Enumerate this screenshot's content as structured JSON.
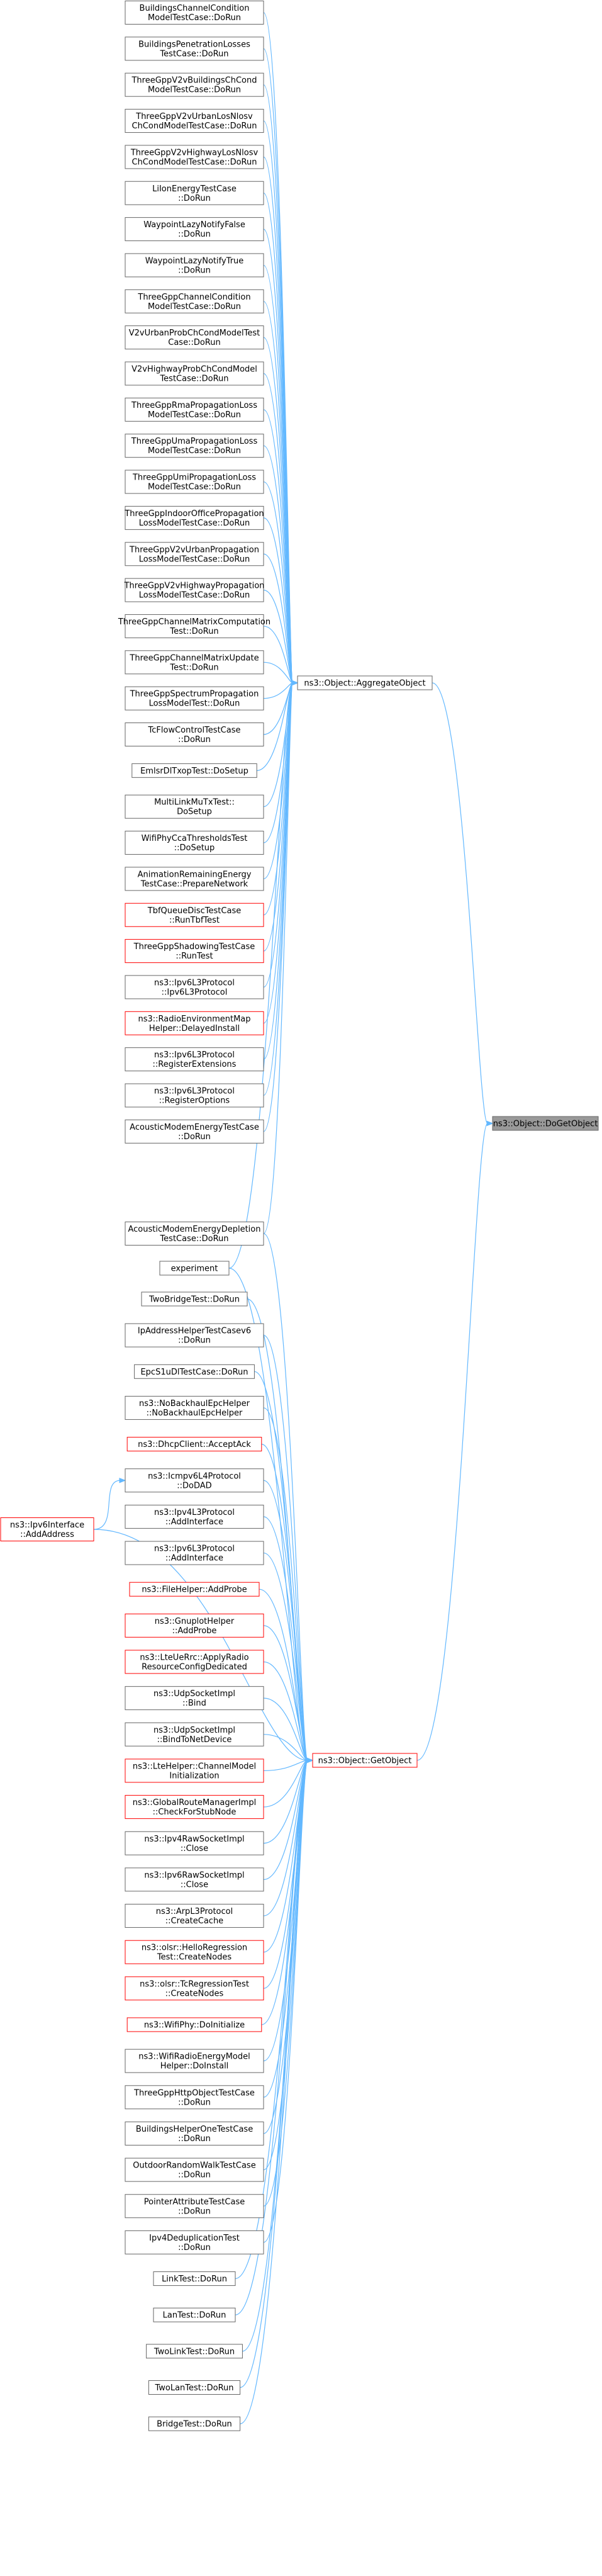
{
  "graph": {
    "target": {
      "lines": [
        "ns3::Object::DoGetObject"
      ],
      "style": "target"
    },
    "hubs": [
      {
        "id": "aggregate",
        "lines": [
          "ns3::Object::AggregateObject"
        ],
        "style": "black"
      },
      {
        "id": "getobject",
        "lines": [
          "ns3::Object::GetObject"
        ],
        "style": "red"
      }
    ],
    "ipv6iface": {
      "lines": [
        "ns3::Ipv6Interface",
        "::AddAddress"
      ],
      "style": "red"
    },
    "aggregate_callers": [
      {
        "lines": [
          "BuildingsChannelCondition",
          "ModelTestCase::DoRun"
        ],
        "style": "black"
      },
      {
        "lines": [
          "BuildingsPenetrationLosses",
          "TestCase::DoRun"
        ],
        "style": "black"
      },
      {
        "lines": [
          "ThreeGppV2vBuildingsChCond",
          "ModelTestCase::DoRun"
        ],
        "style": "black"
      },
      {
        "lines": [
          "ThreeGppV2vUrbanLosNlosv",
          "ChCondModelTestCase::DoRun"
        ],
        "style": "black"
      },
      {
        "lines": [
          "ThreeGppV2vHighwayLosNlosv",
          "ChCondModelTestCase::DoRun"
        ],
        "style": "black"
      },
      {
        "lines": [
          "LiIonEnergyTestCase",
          "::DoRun"
        ],
        "style": "black"
      },
      {
        "lines": [
          "WaypointLazyNotifyFalse",
          "::DoRun"
        ],
        "style": "black"
      },
      {
        "lines": [
          "WaypointLazyNotifyTrue",
          "::DoRun"
        ],
        "style": "black"
      },
      {
        "lines": [
          "ThreeGppChannelCondition",
          "ModelTestCase::DoRun"
        ],
        "style": "black"
      },
      {
        "lines": [
          "V2vUrbanProbChCondModelTest",
          "Case::DoRun"
        ],
        "style": "black"
      },
      {
        "lines": [
          "V2vHighwayProbChCondModel",
          "TestCase::DoRun"
        ],
        "style": "black"
      },
      {
        "lines": [
          "ThreeGppRmaPropagationLoss",
          "ModelTestCase::DoRun"
        ],
        "style": "black"
      },
      {
        "lines": [
          "ThreeGppUmaPropagationLoss",
          "ModelTestCase::DoRun"
        ],
        "style": "black"
      },
      {
        "lines": [
          "ThreeGppUmiPropagationLoss",
          "ModelTestCase::DoRun"
        ],
        "style": "black"
      },
      {
        "lines": [
          "ThreeGppIndoorOfficePropagation",
          "LossModelTestCase::DoRun"
        ],
        "style": "black"
      },
      {
        "lines": [
          "ThreeGppV2vUrbanPropagation",
          "LossModelTestCase::DoRun"
        ],
        "style": "black"
      },
      {
        "lines": [
          "ThreeGppV2vHighwayPropagation",
          "LossModelTestCase::DoRun"
        ],
        "style": "black"
      },
      {
        "lines": [
          "ThreeGppChannelMatrixComputation",
          "Test::DoRun"
        ],
        "style": "black"
      },
      {
        "lines": [
          "ThreeGppChannelMatrixUpdate",
          "Test::DoRun"
        ],
        "style": "black"
      },
      {
        "lines": [
          "ThreeGppSpectrumPropagation",
          "LossModelTest::DoRun"
        ],
        "style": "black"
      },
      {
        "lines": [
          "TcFlowControlTestCase",
          "::DoRun"
        ],
        "style": "black"
      },
      {
        "lines": [
          "EmlsrDlTxopTest::DoSetup"
        ],
        "style": "black"
      },
      {
        "lines": [
          "MultiLinkMuTxTest::",
          "DoSetup"
        ],
        "style": "black"
      },
      {
        "lines": [
          "WifiPhyCcaThresholdsTest",
          "::DoSetup"
        ],
        "style": "black"
      },
      {
        "lines": [
          "AnimationRemainingEnergy",
          "TestCase::PrepareNetwork"
        ],
        "style": "black"
      },
      {
        "lines": [
          "TbfQueueDiscTestCase",
          "::RunTbfTest"
        ],
        "style": "red"
      },
      {
        "lines": [
          "ThreeGppShadowingTestCase",
          "::RunTest"
        ],
        "style": "red"
      },
      {
        "lines": [
          "ns3::Ipv6L3Protocol",
          "::Ipv6L3Protocol"
        ],
        "style": "black"
      },
      {
        "lines": [
          "ns3::RadioEnvironmentMap",
          "Helper::DelayedInstall"
        ],
        "style": "red"
      },
      {
        "lines": [
          "ns3::Ipv6L3Protocol",
          "::RegisterExtensions"
        ],
        "style": "black"
      },
      {
        "lines": [
          "ns3::Ipv6L3Protocol",
          "::RegisterOptions"
        ],
        "style": "black"
      },
      {
        "lines": [
          "AcousticModemEnergyTestCase",
          "::DoRun"
        ],
        "style": "black"
      }
    ],
    "shared_callers": [
      {
        "lines": [
          "AcousticModemEnergyDepletion",
          "TestCase::DoRun"
        ],
        "style": "black"
      },
      {
        "lines": [
          "experiment"
        ],
        "style": "black"
      }
    ],
    "getobject_callers": [
      {
        "lines": [
          "TwoBridgeTest::DoRun"
        ],
        "style": "black"
      },
      {
        "lines": [
          "IpAddressHelperTestCasev6",
          "::DoRun"
        ],
        "style": "black"
      },
      {
        "lines": [
          "EpcS1uDlTestCase::DoRun"
        ],
        "style": "black"
      },
      {
        "lines": [
          "ns3::NoBackhaulEpcHelper",
          "::NoBackhaulEpcHelper"
        ],
        "style": "black"
      },
      {
        "lines": [
          "ns3::DhcpClient::AcceptAck"
        ],
        "style": "red"
      },
      {
        "lines": [
          "ns3::Icmpv6L4Protocol",
          "::DoDAD"
        ],
        "style": "black"
      },
      {
        "lines": [
          "ns3::Ipv4L3Protocol",
          "::AddInterface"
        ],
        "style": "black"
      },
      {
        "lines": [
          "ns3::Ipv6L3Protocol",
          "::AddInterface"
        ],
        "style": "black"
      },
      {
        "lines": [
          "ns3::FileHelper::AddProbe"
        ],
        "style": "red"
      },
      {
        "lines": [
          "ns3::GnuplotHelper",
          "::AddProbe"
        ],
        "style": "red"
      },
      {
        "lines": [
          "ns3::LteUeRrc::ApplyRadio",
          "ResourceConfigDedicated"
        ],
        "style": "red"
      },
      {
        "lines": [
          "ns3::UdpSocketImpl",
          "::Bind"
        ],
        "style": "black"
      },
      {
        "lines": [
          "ns3::UdpSocketImpl",
          "::BindToNetDevice"
        ],
        "style": "black"
      },
      {
        "lines": [
          "ns3::LteHelper::ChannelModel",
          "Initialization"
        ],
        "style": "red"
      },
      {
        "lines": [
          "ns3::GlobalRouteManagerImpl",
          "::CheckForStubNode"
        ],
        "style": "red"
      },
      {
        "lines": [
          "ns3::Ipv4RawSocketImpl",
          "::Close"
        ],
        "style": "black"
      },
      {
        "lines": [
          "ns3::Ipv6RawSocketImpl",
          "::Close"
        ],
        "style": "black"
      },
      {
        "lines": [
          "ns3::ArpL3Protocol",
          "::CreateCache"
        ],
        "style": "black"
      },
      {
        "lines": [
          "ns3::olsr::HelloRegression",
          "Test::CreateNodes"
        ],
        "style": "red"
      },
      {
        "lines": [
          "ns3::olsr::TcRegressionTest",
          "::CreateNodes"
        ],
        "style": "red"
      },
      {
        "lines": [
          "ns3::WifiPhy::DoInitialize"
        ],
        "style": "red"
      },
      {
        "lines": [
          "ns3::WifiRadioEnergyModel",
          "Helper::DoInstall"
        ],
        "style": "black"
      },
      {
        "lines": [
          "ThreeGppHttpObjectTestCase",
          "::DoRun"
        ],
        "style": "black"
      },
      {
        "lines": [
          "BuildingsHelperOneTestCase",
          "::DoRun"
        ],
        "style": "black"
      },
      {
        "lines": [
          "OutdoorRandomWalkTestCase",
          "::DoRun"
        ],
        "style": "black"
      },
      {
        "lines": [
          "PointerAttributeTestCase",
          "::DoRun"
        ],
        "style": "black"
      },
      {
        "lines": [
          "Ipv4DeduplicationTest",
          "::DoRun"
        ],
        "style": "black"
      },
      {
        "lines": [
          "LinkTest::DoRun"
        ],
        "style": "black"
      },
      {
        "lines": [
          "LanTest::DoRun"
        ],
        "style": "black"
      },
      {
        "lines": [
          "TwoLinkTest::DoRun"
        ],
        "style": "black"
      },
      {
        "lines": [
          "TwoLanTest::DoRun"
        ],
        "style": "black"
      },
      {
        "lines": [
          "BridgeTest::DoRun"
        ],
        "style": "black"
      }
    ],
    "colors": {
      "edge": "#63b8ff",
      "node_border": "#666666",
      "red_border": "#ff0000",
      "target_fill": "#999999"
    }
  }
}
